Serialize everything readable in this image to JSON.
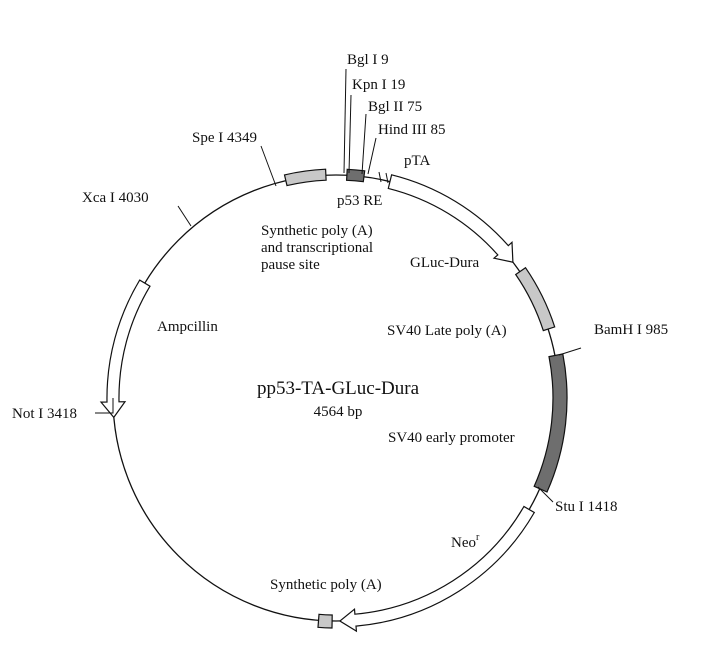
{
  "plasmid": {
    "name": "pp53-TA-GLuc-Dura",
    "size": "4564 bp"
  },
  "colors": {
    "backbone": "#111111",
    "light_feature": "#c8c8c8",
    "dark_feature": "#6e6e6e",
    "arrow_fill": "#ffffff"
  },
  "sites": {
    "bgl1": "Bgl I 9",
    "kpn1": "Kpn I 19",
    "bgl2": "Bgl II 75",
    "hind3": "Hind III 85",
    "spe1": "Spe I 4349",
    "xca1": "Xca I 4030",
    "not1": "Not I 3418",
    "bamh1": "BamH I 985",
    "stu1": "Stu I 1418"
  },
  "features": {
    "pta": "pTA",
    "p53re": "p53 RE",
    "synthetic_pause_lines": [
      "Synthetic poly (A)",
      "and transcriptional",
      "pause site"
    ],
    "gluc": "GLuc-Dura",
    "sv40_late": "SV40 Late poly (A)",
    "sv40_early": "SV40 early promoter",
    "neo": "Neo",
    "neo_sup": "r",
    "synthetic_polya": "Synthetic poly (A)",
    "ampicillin": "Ampcillin"
  }
}
